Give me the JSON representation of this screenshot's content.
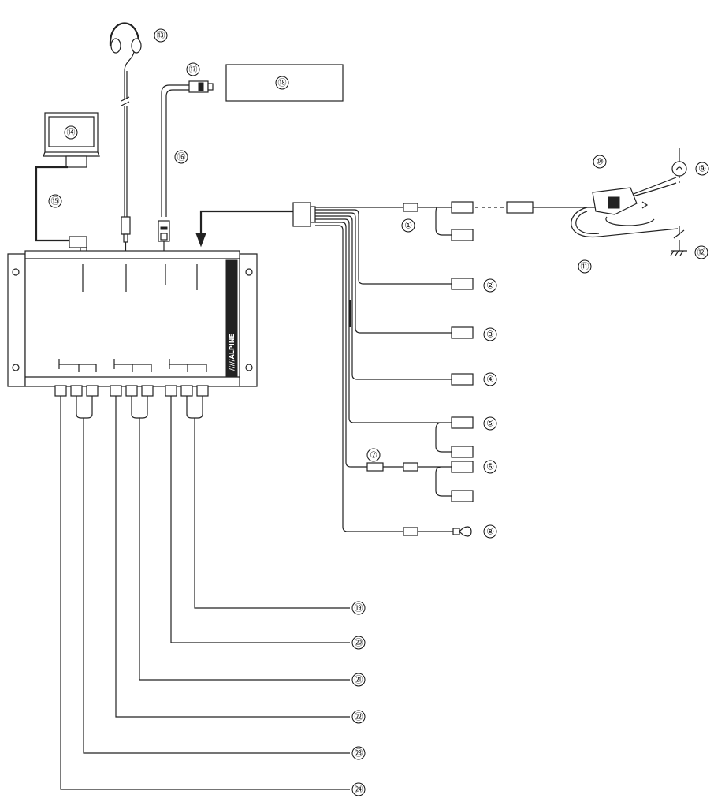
{
  "diagram": {
    "callouts": [
      {
        "id": "c1",
        "label": "①"
      },
      {
        "id": "c2",
        "label": "②"
      },
      {
        "id": "c3",
        "label": "③"
      },
      {
        "id": "c4",
        "label": "④"
      },
      {
        "id": "c5",
        "label": "⑤"
      },
      {
        "id": "c6",
        "label": "⑥"
      },
      {
        "id": "c7",
        "label": "⑦"
      },
      {
        "id": "c8",
        "label": "⑧"
      },
      {
        "id": "c9",
        "label": "⑨"
      },
      {
        "id": "c10",
        "label": "⑩"
      },
      {
        "id": "c11",
        "label": "⑪"
      },
      {
        "id": "c12",
        "label": "⑫"
      },
      {
        "id": "c13",
        "label": "⑬"
      },
      {
        "id": "c14",
        "label": "⑭"
      },
      {
        "id": "c15",
        "label": "⑮"
      },
      {
        "id": "c16",
        "label": "⑯"
      },
      {
        "id": "c17",
        "label": "⑰"
      },
      {
        "id": "c18",
        "label": "⑱"
      },
      {
        "id": "c19",
        "label": "⑲"
      },
      {
        "id": "c20",
        "label": "⑳"
      },
      {
        "id": "c21",
        "label": "㉑"
      },
      {
        "id": "c22",
        "label": "㉒"
      },
      {
        "id": "c23",
        "label": "㉓"
      },
      {
        "id": "c24",
        "label": "㉔"
      }
    ],
    "unit": {
      "brand": "/////ALPINE"
    },
    "icons": [
      "headphones-icon",
      "monitor-icon",
      "bulb-icon",
      "switch-icon",
      "ground-icon"
    ]
  }
}
